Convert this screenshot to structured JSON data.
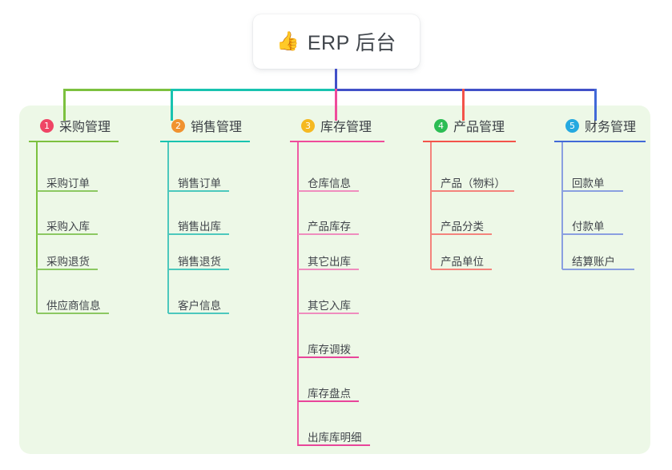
{
  "page": {
    "background": "#ffffff",
    "panel_color": "#edf8e7"
  },
  "root": {
    "icon": "thumbs-up-icon",
    "emoji": "👍",
    "title": "ERP 后台"
  },
  "branches": [
    {
      "number": "1",
      "title": "采购管理",
      "badge_color": "#ef4565",
      "rule_color": "#7cc13f",
      "line_color": "#7cc13f",
      "items": [
        "采购订单",
        "采购入库",
        "采购退货",
        "供应商信息"
      ]
    },
    {
      "number": "2",
      "title": "销售管理",
      "badge_color": "#f0922f",
      "rule_color": "#18c3b0",
      "line_color": "#18c3b0",
      "items": [
        "销售订单",
        "销售出库",
        "销售退货",
        "客户信息"
      ]
    },
    {
      "number": "3",
      "title": "库存管理",
      "badge_color": "#f5b921",
      "rule_color": "#ef4b9b",
      "line_color": "#ef4b9b",
      "items": [
        "仓库信息",
        "产品库存",
        "其它出库",
        "其它入库",
        "库存调拨",
        "库存盘点",
        "出库库明细"
      ]
    },
    {
      "number": "4",
      "title": "产品管理",
      "badge_color": "#2cbd54",
      "rule_color": "#f3534a",
      "line_color": "#f3534a",
      "items": [
        "产品（物料）",
        "产品分类",
        "产品单位"
      ]
    },
    {
      "number": "5",
      "title": "财务管理",
      "badge_color": "#25a9e0",
      "rule_color": "#4169d8",
      "line_color": "#4169d8",
      "items": [
        "回款单",
        "付款单",
        "结算账户"
      ]
    }
  ],
  "connector": {
    "trunk_color": "#4250c8",
    "bar_segments": [
      {
        "color": "#7cc13f"
      },
      {
        "color": "#18c3b0"
      },
      {
        "color": "#4250c8"
      }
    ]
  }
}
